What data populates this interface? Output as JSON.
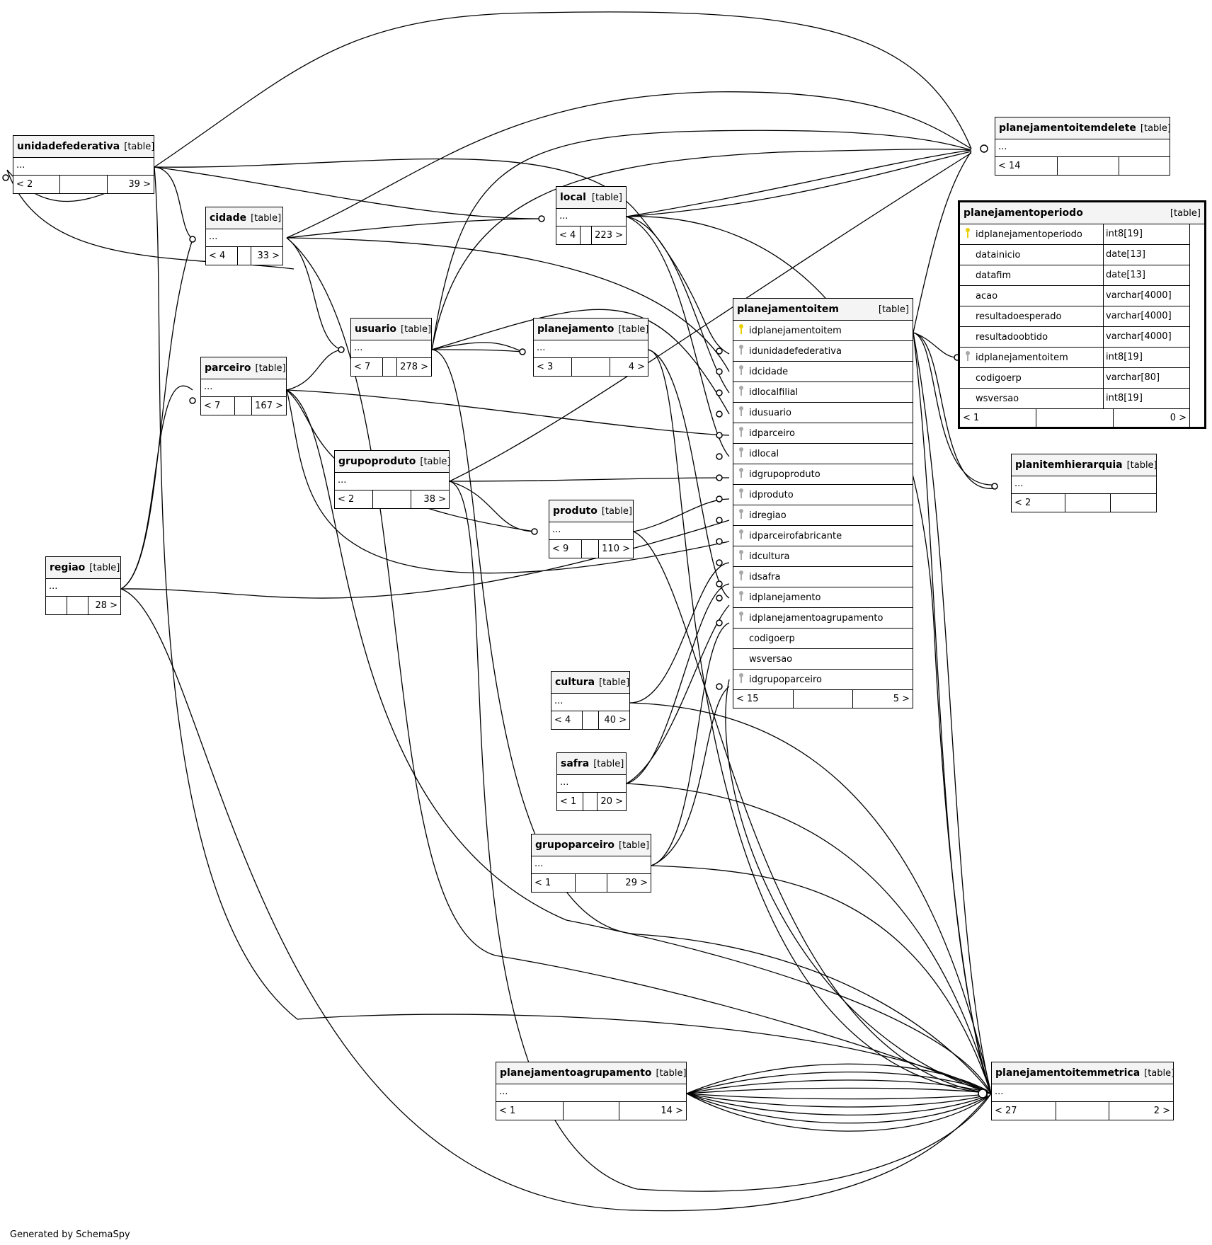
{
  "footer": "Generated by SchemaSpy",
  "tag": "[table]",
  "ellipsis": "...",
  "tables": {
    "unidadefederativa": {
      "name": "unidadefederativa",
      "f1": "< 2",
      "f2": "",
      "f3": "39 >"
    },
    "cidade": {
      "name": "cidade",
      "f1": "< 4",
      "f2": "",
      "f3": "33 >"
    },
    "local": {
      "name": "local",
      "f1": "< 4",
      "f2": "",
      "f3": "223 >"
    },
    "usuario": {
      "name": "usuario",
      "f1": "< 7",
      "f2": "",
      "f3": "278 >"
    },
    "planejamento": {
      "name": "planejamento",
      "f1": "< 3",
      "f2": "",
      "f3": "4 >"
    },
    "parceiro": {
      "name": "parceiro",
      "f1": "< 7",
      "f2": "",
      "f3": "167 >"
    },
    "grupoproduto": {
      "name": "grupoproduto",
      "f1": "< 2",
      "f2": "",
      "f3": "38 >"
    },
    "produto": {
      "name": "produto",
      "f1": "< 9",
      "f2": "",
      "f3": "110 >"
    },
    "regiao": {
      "name": "regiao",
      "f1": "",
      "f2": "",
      "f3": "28 >"
    },
    "cultura": {
      "name": "cultura",
      "f1": "< 4",
      "f2": "",
      "f3": "40 >"
    },
    "safra": {
      "name": "safra",
      "f1": "< 1",
      "f2": "",
      "f3": "20 >"
    },
    "grupoparceiro": {
      "name": "grupoparceiro",
      "f1": "< 1",
      "f2": "",
      "f3": "29 >"
    },
    "planejamentoagrupamento": {
      "name": "planejamentoagrupamento",
      "f1": "< 1",
      "f2": "",
      "f3": "14 >"
    },
    "planejamentoitemdelete": {
      "name": "planejamentoitemdelete",
      "f1": "< 14",
      "f2": "",
      "f3": ""
    },
    "planitemhierarquia": {
      "name": "planitemhierarquia",
      "f1": "< 2",
      "f2": "",
      "f3": ""
    },
    "planejamentoitemmetrica": {
      "name": "planejamentoitemmetrica",
      "f1": "< 27",
      "f2": "",
      "f3": "2 >"
    }
  },
  "planejamentoitem": {
    "name": "planejamentoitem",
    "columns": [
      {
        "name": "idplanejamentoitem",
        "key": "pk"
      },
      {
        "name": "idunidadefederativa",
        "key": "fk"
      },
      {
        "name": "idcidade",
        "key": "fk"
      },
      {
        "name": "idlocalfilial",
        "key": "fk"
      },
      {
        "name": "idusuario",
        "key": "fk"
      },
      {
        "name": "idparceiro",
        "key": "fk"
      },
      {
        "name": "idlocal",
        "key": "fk"
      },
      {
        "name": "idgrupoproduto",
        "key": "fk"
      },
      {
        "name": "idproduto",
        "key": "fk"
      },
      {
        "name": "idregiao",
        "key": "fk"
      },
      {
        "name": "idparceirofabricante",
        "key": "fk"
      },
      {
        "name": "idcultura",
        "key": "fk"
      },
      {
        "name": "idsafra",
        "key": "fk"
      },
      {
        "name": "idplanejamento",
        "key": "fk"
      },
      {
        "name": "idplanejamentoagrupamento",
        "key": "fk"
      },
      {
        "name": "codigoerp",
        "key": ""
      },
      {
        "name": "wsversao",
        "key": ""
      },
      {
        "name": "idgrupoparceiro",
        "key": "fk"
      }
    ],
    "f1": "< 15",
    "f2": "",
    "f3": "5 >"
  },
  "planejamentoperiodo": {
    "name": "planejamentoperiodo",
    "columns": [
      {
        "name": "idplanejamentoperiodo",
        "type": "int8[19]",
        "key": "pk"
      },
      {
        "name": "datainicio",
        "type": "date[13]",
        "key": ""
      },
      {
        "name": "datafim",
        "type": "date[13]",
        "key": ""
      },
      {
        "name": "acao",
        "type": "varchar[4000]",
        "key": ""
      },
      {
        "name": "resultadoesperado",
        "type": "varchar[4000]",
        "key": ""
      },
      {
        "name": "resultadoobtido",
        "type": "varchar[4000]",
        "key": ""
      },
      {
        "name": "idplanejamentoitem",
        "type": "int8[19]",
        "key": "fk"
      },
      {
        "name": "codigoerp",
        "type": "varchar[80]",
        "key": ""
      },
      {
        "name": "wsversao",
        "type": "int8[19]",
        "key": ""
      }
    ],
    "f1": "< 1",
    "f2": "",
    "f3": "0 >"
  }
}
